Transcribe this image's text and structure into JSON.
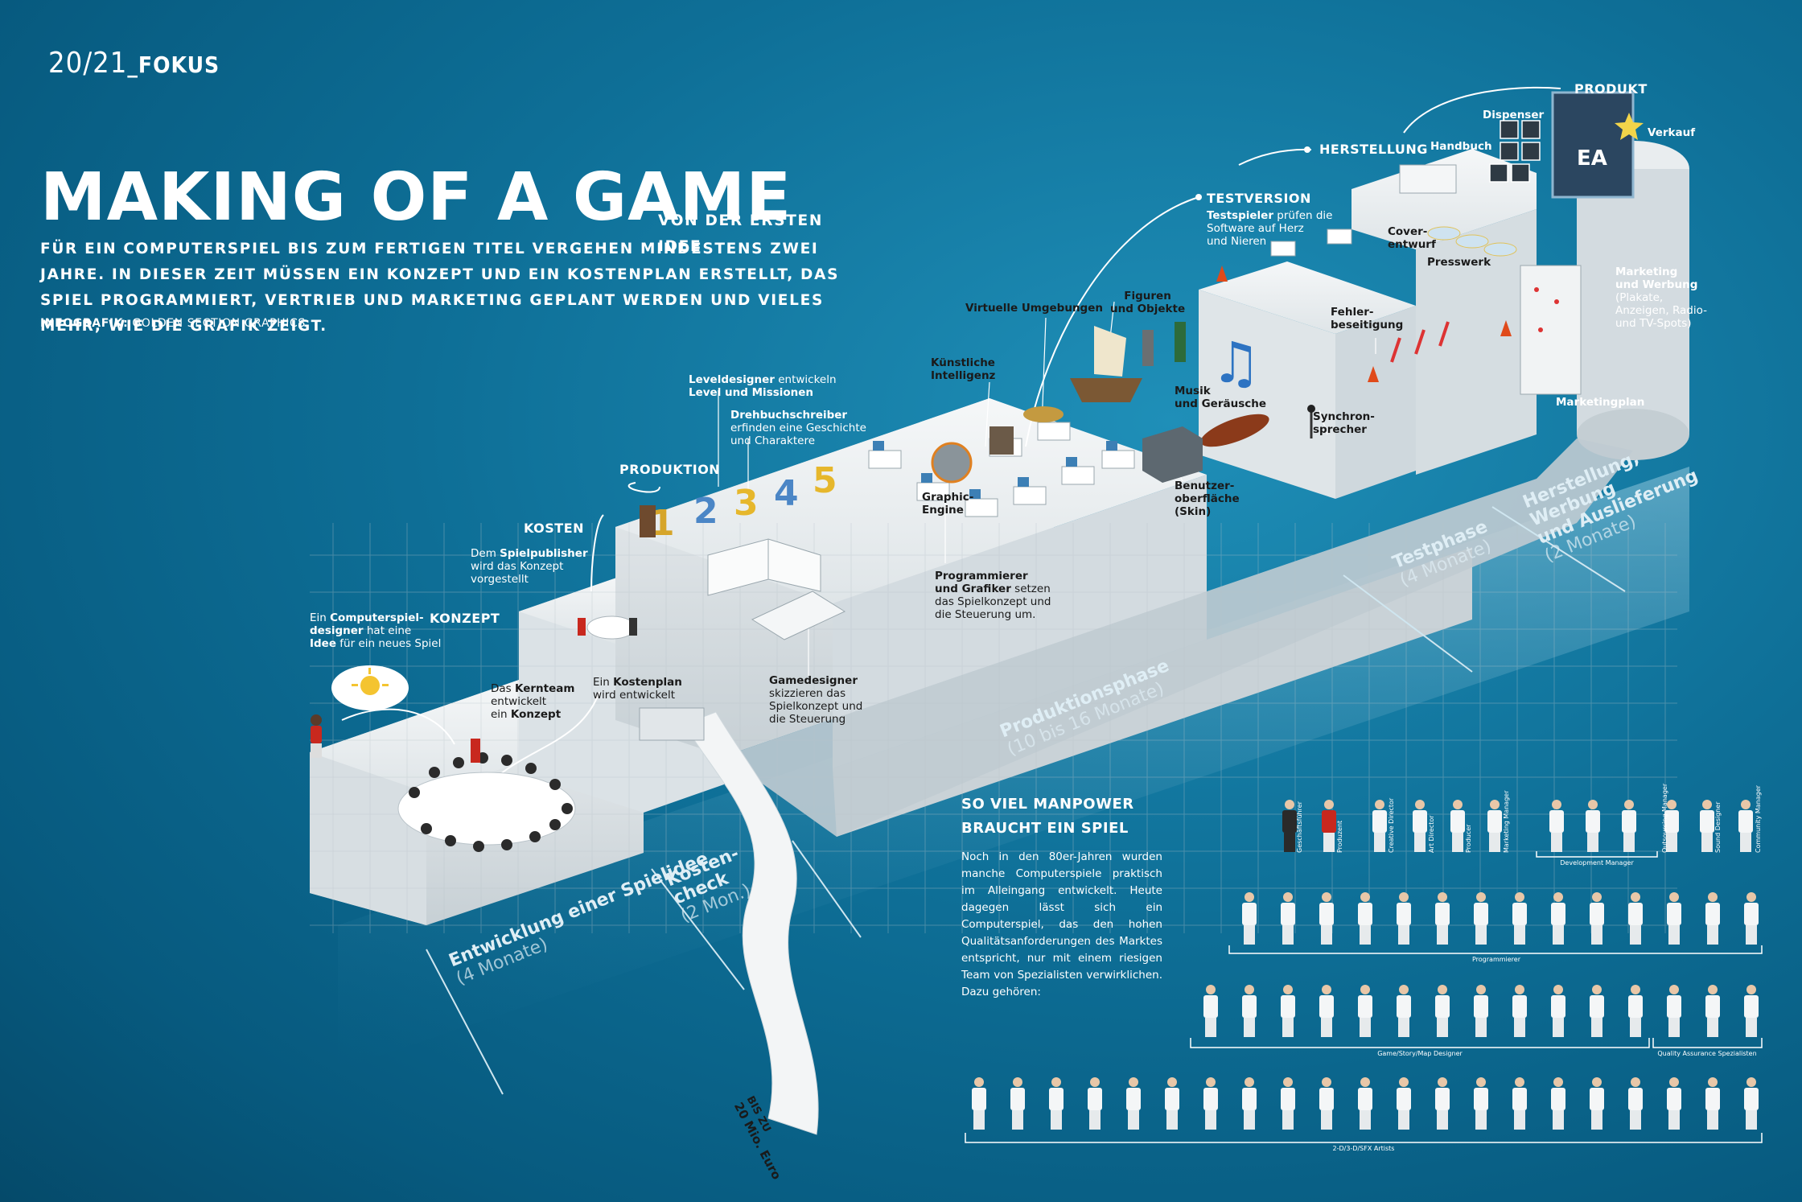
{
  "header": {
    "page": "20/21",
    "section": "_FOKUS"
  },
  "title": "MAKING OF A GAME",
  "lead_first": "VON DER ERSTEN IDEE",
  "lead_rest": "FÜR EIN COMPUTERSPIEL BIS ZUM FERTIGEN TITEL VERGEHEN MINDESTENS ZWEI JAHRE. IN DIESER ZEIT MÜSSEN EIN KONZEPT UND EIN KOSTENPLAN ERSTELLT, DAS SPIEL PROGRAMMIERT, VERTRIEB UND MARKETING GEPLANT WERDEN UND VIELES MEHR, WIE DIE GRAFIK ZEIGT.",
  "credit": {
    "label": "INFOGRAFIK:",
    "value": "GOLDEN SECTION GRAPHICS"
  },
  "stages": {
    "konzept": "KONZEPT",
    "kosten": "KOSTEN",
    "produktion": "PRODUKTION",
    "testversion": "TESTVERSION",
    "herstellung": "HERSTELLUNG",
    "produkt": "PRODUKT"
  },
  "labels": {
    "idee_1": "Ein",
    "idee_b1": "Computerspiel-",
    "idee_b2": "designer",
    "idee_2": "hat eine",
    "idee_b3": "Idee",
    "idee_3": "für ein neues Spiel",
    "kern_1": "Das",
    "kern_b": "Kernteam",
    "kern_2": "entwickelt",
    "kern_3": "ein",
    "kern_b2": "Konzept",
    "publisher_1": "Dem",
    "publisher_b": "Spielpublisher",
    "publisher_2": "wird das Konzept",
    "publisher_3": "vorgestellt",
    "kostenplan_1": "Ein",
    "kostenplan_b": "Kostenplan",
    "kostenplan_2": "wird entwickelt",
    "level_b": "Leveldesigner",
    "level_1": "entwickeln",
    "level_b2": "Level und Missionen",
    "dreh_b": "Drehbuchschreiber",
    "dreh_1": "erfinden eine Geschichte",
    "dreh_2": "und Charaktere",
    "gamedesigner_b": "Gamedesigner",
    "gamedesigner_1": "skizzieren das",
    "gamedesigner_2": "Spielkonzept und",
    "gamedesigner_3": "die Steuerung",
    "ki_1": "Künstliche",
    "ki_2": "Intelligenz",
    "virtuelle": "Virtuelle Umgebungen",
    "figuren_1": "Figuren",
    "figuren_2": "und Objekte",
    "graphic_1": "Graphic-",
    "graphic_2": "Engine",
    "prog_b1": "Programmierer",
    "prog_b2": "und Grafiker",
    "prog_1": "setzen",
    "prog_2": "das Spielkonzept und",
    "prog_3": "die Steuerung um.",
    "musik_1": "Musik",
    "musik_2": "und Geräusche",
    "benutzer_1": "Benutzer-",
    "benutzer_2": "oberfläche",
    "benutzer_3": "(Skin)",
    "fehler_1": "Fehler-",
    "fehler_2": "beseitigung",
    "synchron_1": "Synchron-",
    "synchron_2": "sprecher",
    "test_b": "Testspieler",
    "test_1": "prüfen die",
    "test_2": "Software auf Herz",
    "test_3": "und Nieren",
    "handbuch": "Handbuch",
    "dispenser": "Dispenser",
    "verkauf": "Verkauf",
    "cover_1": "Cover-",
    "cover_2": "entwurf",
    "presswerk": "Presswerk",
    "marketing_b1": "Marketing",
    "marketing_b2": "und Werbung",
    "marketing_1": "(Plakate,",
    "marketing_2": "Anzeigen, Radio-",
    "marketing_3": "und TV-Spots)",
    "marketingplan": "Marketingplan",
    "euro_1": "BIS ZU",
    "euro_2": "20 Mio. Euro"
  },
  "phases": [
    {
      "name": "Entwicklung einer Spielidee",
      "dur": "(4 Monate)"
    },
    {
      "name": "Kosten-",
      "name2": "check",
      "dur": "(2 Mon.)"
    },
    {
      "name": "Produktionsphase",
      "dur": "(10 bis 16 Monate)"
    },
    {
      "name": "Testphase",
      "dur": "(4 Monate)"
    },
    {
      "name": "Herstellung,",
      "name2": "Werbung",
      "name3": "und Auslieferung",
      "dur": "(2 Monate)"
    }
  ],
  "manpower": {
    "title_1": "SO VIEL MANPOWER",
    "title_2": "BRAUCHT EIN SPIEL",
    "text": "Noch in den 80er-Jahren wurden manche Computerspiele praktisch im Alleingang entwickelt. Heute dagegen lässt sich ein Computerspiel, das den hohen Qualitätsanforderungen des Marktes entspricht, nur mit einem riesigen Team von Spezialisten verwirklichen. Dazu gehören:",
    "roles_row1": [
      "Geschäftsführer",
      "Produzent",
      "Creative Director",
      "Art Director",
      "Producer",
      "Marketing Manager",
      "Outsourcing Manager",
      "Sound Designer",
      "Community Manager"
    ],
    "groups": {
      "dev": "Development Manager",
      "prog": "Programmierer",
      "game": "Game/Story/Map Designer",
      "qa": "Quality Assurance Spezialisten",
      "art": "2-D/3-D/SFX Artists"
    }
  },
  "colors": {
    "bg": "#0e6f97",
    "block": "#e9edef",
    "block_side": "#c9d2d7",
    "accent": "#c8281e"
  }
}
